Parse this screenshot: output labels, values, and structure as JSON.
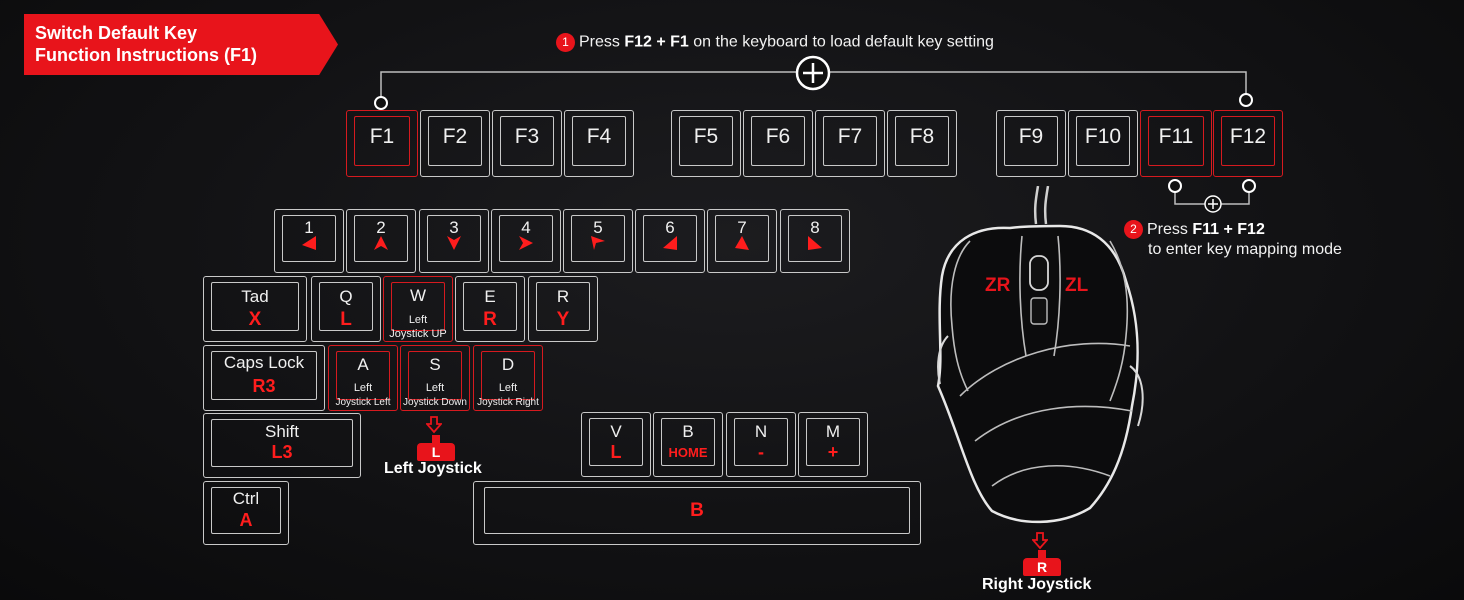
{
  "banner": {
    "line1": "Switch Default Key",
    "line2": "Function Instructions (F1)"
  },
  "step1": {
    "num": "1",
    "pre": "Press ",
    "keys": "F12 + F1",
    "post": " on the keyboard to load default key setting"
  },
  "step2": {
    "num": "2",
    "pre": "Press ",
    "keys": "F11 + F12",
    "line2": "to enter key mapping mode"
  },
  "fkeys": [
    "F1",
    "F2",
    "F3",
    "F4",
    "F5",
    "F6",
    "F7",
    "F8",
    "F9",
    "F10",
    "F11",
    "F12"
  ],
  "numkeys": [
    "1",
    "2",
    "3",
    "4",
    "5",
    "6",
    "7",
    "8"
  ],
  "keys": {
    "tab": {
      "label": "Tad",
      "value": "X"
    },
    "q": {
      "label": "Q",
      "value": "L"
    },
    "w": {
      "label": "W",
      "sub1": "Left",
      "sub2": "Joystick UP"
    },
    "e": {
      "label": "E",
      "value": "R"
    },
    "r": {
      "label": "R",
      "value": "Y"
    },
    "caps": {
      "label": "Caps Lock",
      "value": "R3"
    },
    "a": {
      "label": "A",
      "sub1": "Left",
      "sub2": "Joystick Left"
    },
    "s": {
      "label": "S",
      "sub1": "Left",
      "sub2": "Joystick Down"
    },
    "d": {
      "label": "D",
      "sub1": "Left",
      "sub2": "Joystick Right"
    },
    "shift": {
      "label": "Shift",
      "value": "L3"
    },
    "ctrl": {
      "label": "Ctrl",
      "value": "A"
    },
    "v": {
      "label": "V",
      "value": "L"
    },
    "b": {
      "label": "B",
      "value": "HOME"
    },
    "n": {
      "label": "N",
      "value": "-"
    },
    "m": {
      "label": "M",
      "value": "+"
    },
    "space": {
      "value": "B"
    }
  },
  "left_joystick": {
    "cap": "L",
    "label": "Left Joystick"
  },
  "right_joystick": {
    "cap": "R",
    "label": "Right Joystick"
  },
  "mouse": {
    "zr": "ZR",
    "zl": "ZL"
  },
  "colors": {
    "accent": "#e8141b",
    "key_outline": "#c9c9c9",
    "background": "#111113"
  }
}
